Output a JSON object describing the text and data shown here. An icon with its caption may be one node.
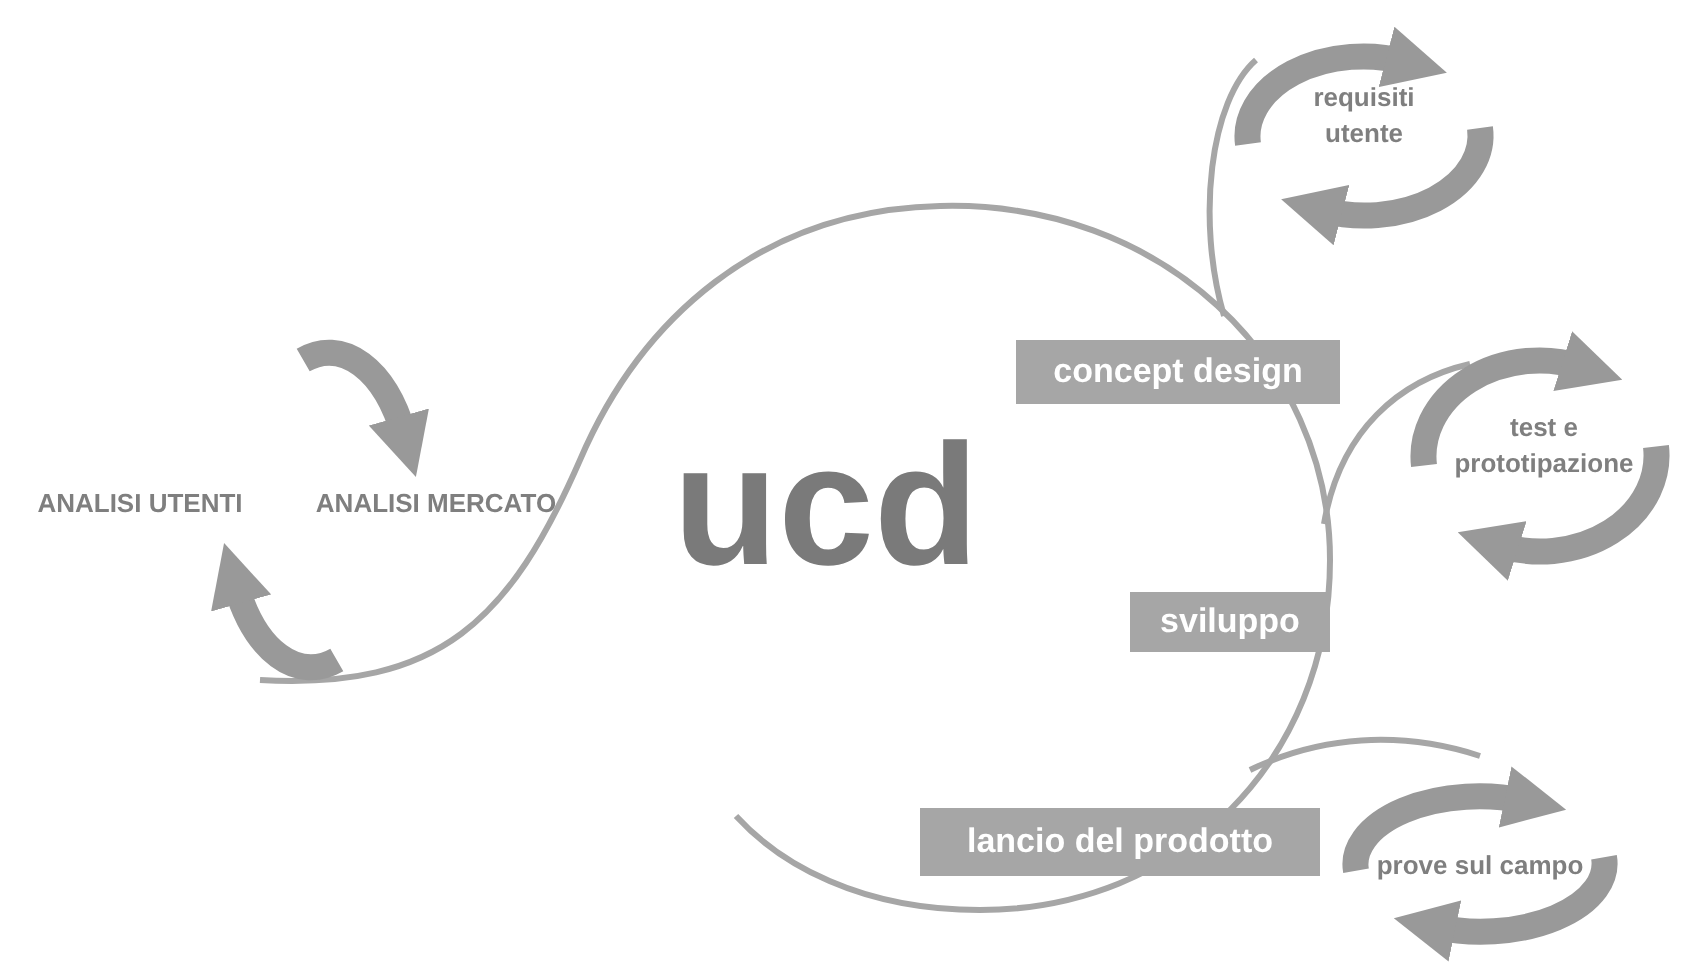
{
  "diagram": {
    "nodes": [
      {
        "text": [
          "concept design"
        ]
      },
      {
        "text": [
          "sviluppo"
        ]
      },
      {
        "text": [
          "lancio del prodotto"
        ]
      }
    ],
    "labels": [
      "requisiti utente",
      "ANALISI UTENTI",
      "ANALISI MERCATO",
      "test e prototipazione",
      "ucd",
      "prove sul campo"
    ]
  }
}
